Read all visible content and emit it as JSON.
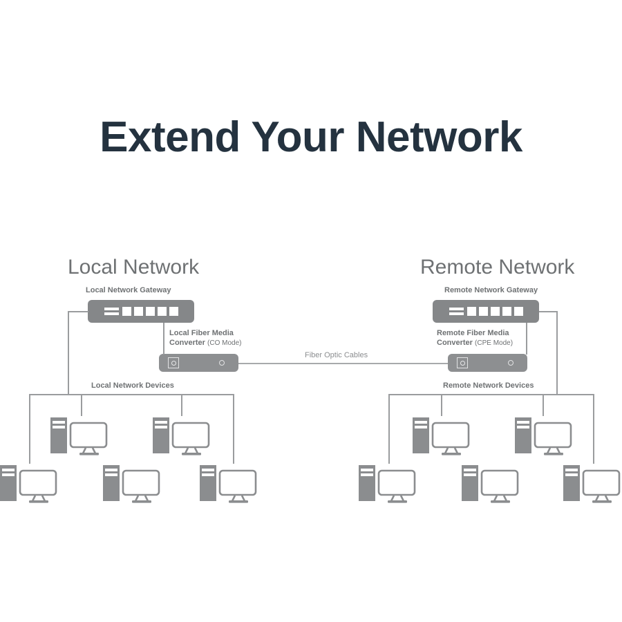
{
  "title": "Extend Your Network",
  "theme": {
    "title_color": "#24323f",
    "device_grey": "#858789",
    "line_grey": "#9a9c9e",
    "label_grey": "#6e7173",
    "background": "#ffffff"
  },
  "sections": {
    "local": {
      "heading": "Local Network",
      "gateway_label": "Local Network Gateway",
      "converter_label": "Local Fiber Media",
      "converter_label_line2": "Converter",
      "converter_mode": "(CO Mode)",
      "devices_label": "Local Network Devices",
      "gateway_ports": 5,
      "device_count": 5
    },
    "remote": {
      "heading": "Remote Network",
      "gateway_label": "Remote Network Gateway",
      "converter_label": "Remote Fiber Media",
      "converter_label_line2": "Converter",
      "converter_mode": "(CPE Mode)",
      "devices_label": "Remote Network Devices",
      "gateway_ports": 5,
      "device_count": 5
    }
  },
  "link": {
    "label": "Fiber Optic Cables"
  },
  "icons": {
    "gateway": "network-switch-icon",
    "converter": "fiber-media-converter-icon",
    "computer": "desktop-computer-icon",
    "sfp_port": "sfp-port-icon",
    "status_led": "status-led-icon"
  }
}
